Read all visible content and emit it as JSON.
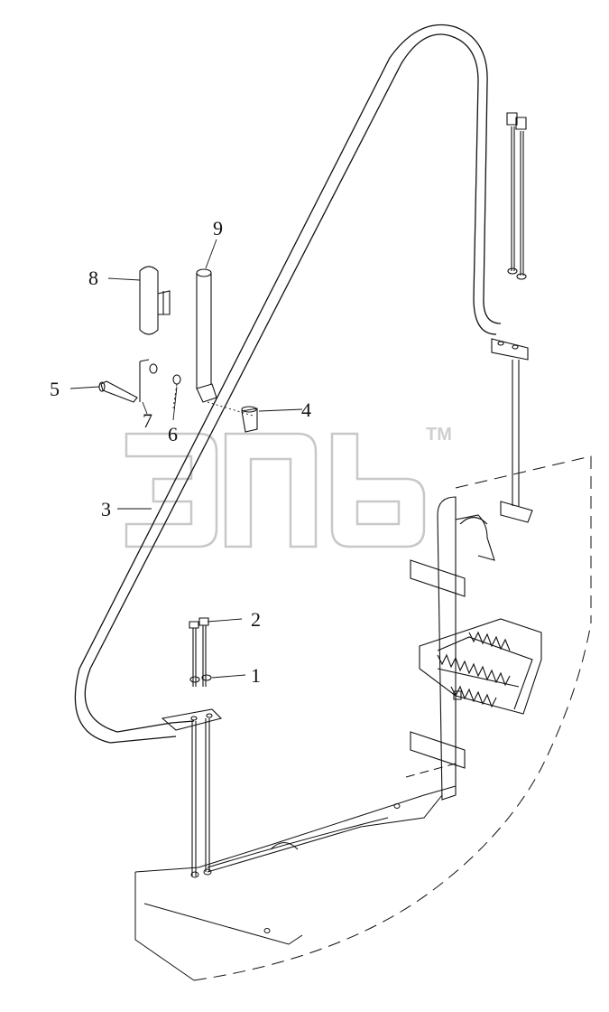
{
  "callouts": {
    "c1": "1",
    "c2": "2",
    "c3": "3",
    "c4": "4",
    "c5": "5",
    "c6": "6",
    "c7": "7",
    "c8": "8",
    "c9": "9"
  },
  "watermark": {
    "tm": "TM"
  }
}
